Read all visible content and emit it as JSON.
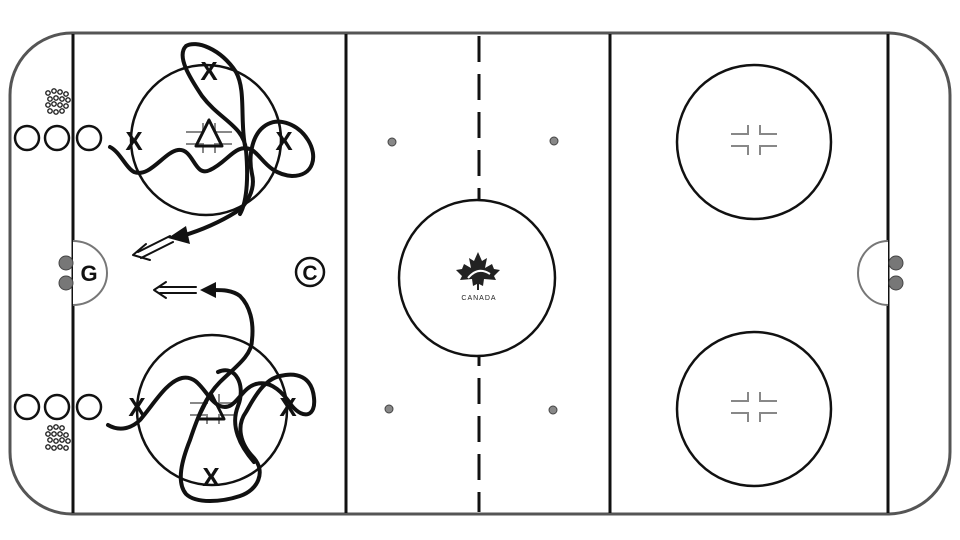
{
  "colors": {
    "boards": "#555555",
    "lines": "#111111",
    "faceoff_marks": "#888888",
    "background": "#ffffff"
  },
  "labels": {
    "player_x": "X",
    "goalie": "G",
    "coach": "C",
    "logo_text": "CANADA"
  },
  "icons": {
    "pylon": "triangle-icon",
    "pucks": "puck-pile-icon",
    "waiting_players": "circle-icon",
    "logo": "maple-leaf-icon",
    "pass": "double-arrow-icon"
  }
}
